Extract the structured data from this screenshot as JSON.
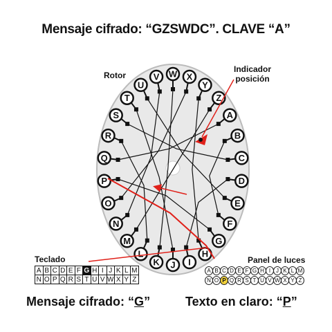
{
  "title": "Mensaje cifrado: “GZSWDC”. CLAVE “A”",
  "labels": {
    "rotor": "Rotor",
    "indicator": [
      "Indicador",
      "posición"
    ],
    "keyboard": "Teclado",
    "lamp_panel": "Panel de luces"
  },
  "rotor_letters_clockwise_from_top": [
    "W",
    "X",
    "Y",
    "Z",
    "A",
    "B",
    "C",
    "D",
    "E",
    "F",
    "G",
    "H",
    "I",
    "J",
    "K",
    "L",
    "M",
    "N",
    "O",
    "P",
    "Q",
    "R",
    "S",
    "T",
    "U",
    "V"
  ],
  "keyboard": {
    "rows": [
      [
        "A",
        "B",
        "C",
        "D",
        "E",
        "F",
        "G",
        "H",
        "I",
        "J",
        "K",
        "L",
        "M"
      ],
      [
        "N",
        "O",
        "P",
        "Q",
        "R",
        "S",
        "T",
        "U",
        "V",
        "W",
        "X",
        "Y",
        "Z"
      ]
    ],
    "pressed": "G"
  },
  "lamp_panel": {
    "rows": [
      [
        "A",
        "B",
        "C",
        "D",
        "E",
        "F",
        "G",
        "H",
        "I",
        "J",
        "K",
        "L",
        "M"
      ],
      [
        "N",
        "O",
        "P",
        "Q",
        "R",
        "S",
        "T",
        "U",
        "V",
        "W",
        "X",
        "Y",
        "Z"
      ]
    ],
    "lit": "P"
  },
  "captions": {
    "cipher_prefix": "Mensaje cifrado: “",
    "cipher_letter": "G",
    "cipher_suffix": "”",
    "plain_prefix": "Texto en claro: “",
    "plain_letter": "P",
    "plain_suffix": "”"
  },
  "colors": {
    "disc": "#e9e9e9",
    "wire": "#111111",
    "highlight": "#e0211a",
    "lamp_lit": "#f1d13b",
    "key_pressed": "#111111"
  }
}
